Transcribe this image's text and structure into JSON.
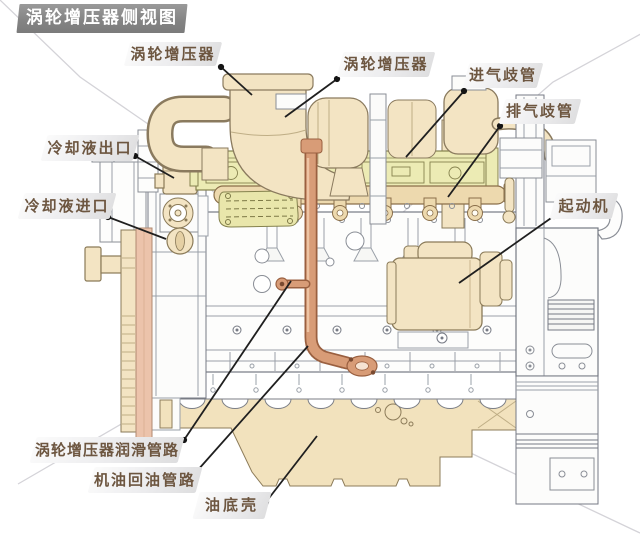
{
  "header": {
    "title": "涡轮增压器侧视图"
  },
  "diagram": {
    "labels": [
      {
        "id": "turbocharger-top",
        "text": "涡轮增压器"
      },
      {
        "id": "turbocharger-right",
        "text": "涡轮增压器"
      },
      {
        "id": "intake-manifold",
        "text": "进气歧管"
      },
      {
        "id": "exhaust-manifold",
        "text": "排气歧管"
      },
      {
        "id": "coolant-outlet",
        "text": "冷却液出口"
      },
      {
        "id": "coolant-inlet",
        "text": "冷却液进口"
      },
      {
        "id": "starter-motor",
        "text": "起动机"
      },
      {
        "id": "turbo-lube-line",
        "text": "涡轮增压器润滑管路"
      },
      {
        "id": "oil-return-line",
        "text": "机油回油管路"
      },
      {
        "id": "oil-pan",
        "text": "油底壳"
      }
    ],
    "colors": {
      "part_beige": "#f3e4c3",
      "manifold_yellow": "#ecebb4",
      "exhaust_tan": "#edd9ae",
      "pipe_copper": "#d89c77",
      "belt_pink": "#ecc3ab",
      "label_text": "#6d5640",
      "header_bg": "#8a8a8a",
      "leader_line": "#1f1f1f"
    }
  }
}
